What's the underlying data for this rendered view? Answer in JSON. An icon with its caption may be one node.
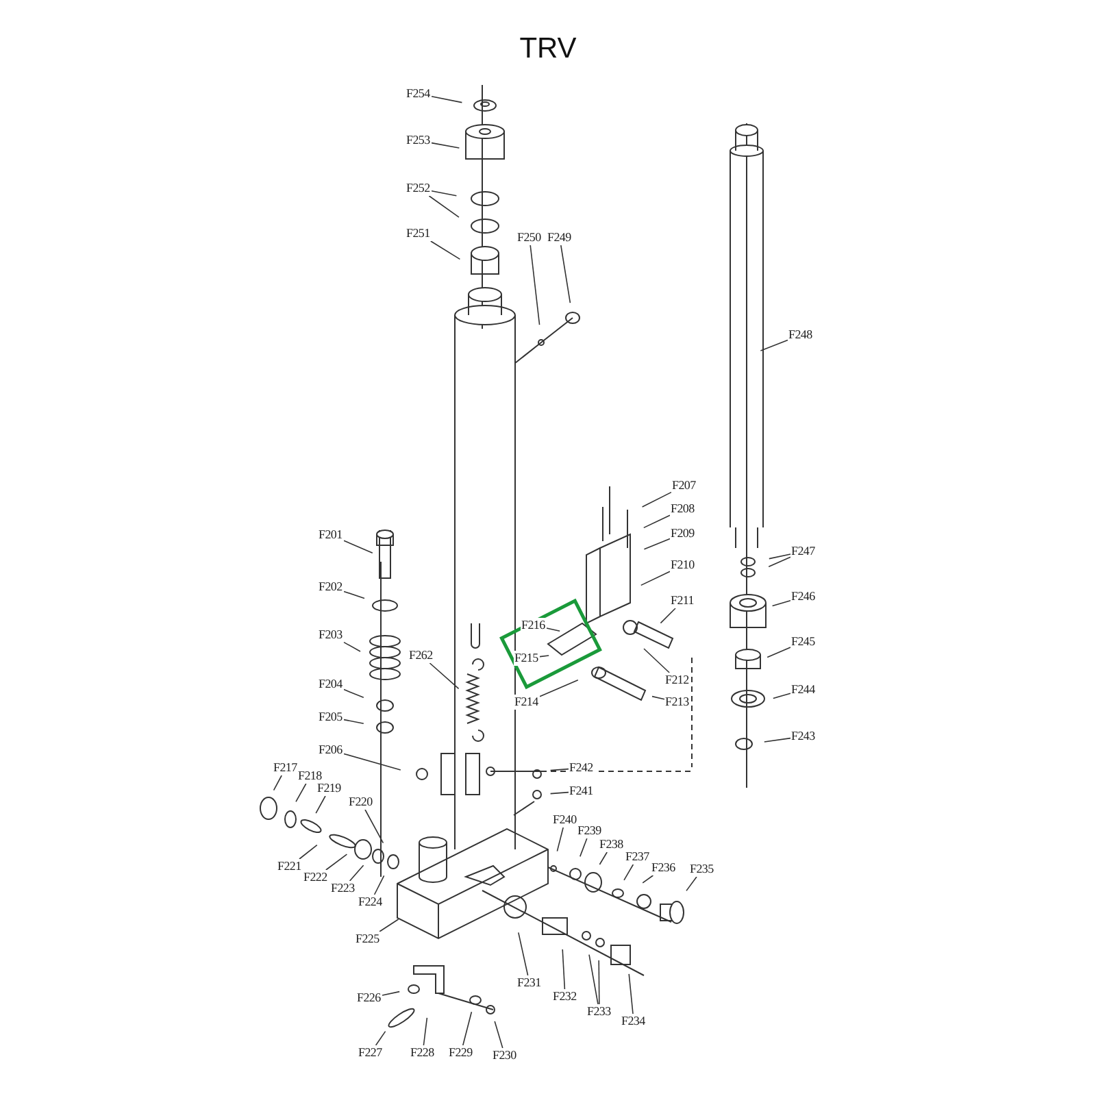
{
  "diagram": {
    "title": "TRV",
    "nodes": [
      {
        "text": [
          "F201"
        ]
      },
      {
        "text": [
          "F202"
        ]
      },
      {
        "text": [
          "F203"
        ]
      },
      {
        "text": [
          "F204"
        ]
      },
      {
        "text": [
          "F205"
        ]
      },
      {
        "text": [
          "F206"
        ]
      },
      {
        "text": [
          "F207"
        ]
      },
      {
        "text": [
          "F208"
        ]
      },
      {
        "text": [
          "F209"
        ]
      },
      {
        "text": [
          "F210"
        ]
      },
      {
        "text": [
          "F211"
        ]
      },
      {
        "text": [
          "F212"
        ]
      },
      {
        "text": [
          "F213"
        ]
      },
      {
        "text": [
          "F214"
        ]
      },
      {
        "text": [
          "F215"
        ]
      },
      {
        "text": [
          "F216"
        ]
      },
      {
        "text": [
          "F217"
        ]
      },
      {
        "text": [
          "F218"
        ]
      },
      {
        "text": [
          "F219"
        ]
      },
      {
        "text": [
          "F220"
        ]
      },
      {
        "text": [
          "F221"
        ]
      },
      {
        "text": [
          "F222"
        ]
      },
      {
        "text": [
          "F223"
        ]
      },
      {
        "text": [
          "F224"
        ]
      },
      {
        "text": [
          "F225"
        ]
      },
      {
        "text": [
          "F226"
        ]
      },
      {
        "text": [
          "F227"
        ]
      },
      {
        "text": [
          "F228"
        ]
      },
      {
        "text": [
          "F229"
        ]
      },
      {
        "text": [
          "F230"
        ]
      },
      {
        "text": [
          "F231"
        ]
      },
      {
        "text": [
          "F232"
        ]
      },
      {
        "text": [
          "F233"
        ]
      },
      {
        "text": [
          "F234"
        ]
      },
      {
        "text": [
          "F235"
        ]
      },
      {
        "text": [
          "F236"
        ]
      },
      {
        "text": [
          "F237"
        ]
      },
      {
        "text": [
          "F238"
        ]
      },
      {
        "text": [
          "F239"
        ]
      },
      {
        "text": [
          "F240"
        ]
      },
      {
        "text": [
          "F241"
        ]
      },
      {
        "text": [
          "F242"
        ]
      },
      {
        "text": [
          "F243"
        ]
      },
      {
        "text": [
          "F244"
        ]
      },
      {
        "text": [
          "F245"
        ]
      },
      {
        "text": [
          "F246"
        ]
      },
      {
        "text": [
          "F247"
        ]
      },
      {
        "text": [
          "F248"
        ]
      },
      {
        "text": [
          "F249"
        ]
      },
      {
        "text": [
          "F250"
        ]
      },
      {
        "text": [
          "F251"
        ]
      },
      {
        "text": [
          "F252"
        ]
      },
      {
        "text": [
          "F253"
        ]
      },
      {
        "text": [
          "F254"
        ]
      },
      {
        "text": [
          "F262"
        ]
      }
    ],
    "edges": [
      {
        "from": 0,
        "to": null,
        "arrow": "none"
      },
      {
        "from": 1,
        "to": null,
        "arrow": "none"
      },
      {
        "from": 2,
        "to": null,
        "arrow": "none"
      },
      {
        "from": 3,
        "to": null,
        "arrow": "none"
      },
      {
        "from": 4,
        "to": null,
        "arrow": "none"
      },
      {
        "from": 5,
        "to": null,
        "arrow": "none"
      },
      {
        "from": 6,
        "to": null,
        "arrow": "none"
      },
      {
        "from": 7,
        "to": null,
        "arrow": "none"
      },
      {
        "from": 8,
        "to": null,
        "arrow": "none"
      },
      {
        "from": 9,
        "to": null,
        "arrow": "none"
      },
      {
        "from": 10,
        "to": null,
        "arrow": "none"
      },
      {
        "from": 11,
        "to": null,
        "arrow": "none"
      },
      {
        "from": 12,
        "to": null,
        "arrow": "none"
      },
      {
        "from": 13,
        "to": null,
        "arrow": "none"
      },
      {
        "from": 14,
        "to": null,
        "arrow": "none"
      },
      {
        "from": 15,
        "to": null,
        "arrow": "none"
      },
      {
        "from": 16,
        "to": null,
        "arrow": "none"
      },
      {
        "from": 17,
        "to": null,
        "arrow": "none"
      },
      {
        "from": 18,
        "to": null,
        "arrow": "none"
      },
      {
        "from": 19,
        "to": null,
        "arrow": "none"
      },
      {
        "from": 20,
        "to": null,
        "arrow": "none"
      },
      {
        "from": 21,
        "to": null,
        "arrow": "none"
      },
      {
        "from": 22,
        "to": null,
        "arrow": "none"
      },
      {
        "from": 23,
        "to": null,
        "arrow": "none"
      },
      {
        "from": 24,
        "to": null,
        "arrow": "none"
      },
      {
        "from": 25,
        "to": null,
        "arrow": "none"
      },
      {
        "from": 26,
        "to": null,
        "arrow": "none"
      },
      {
        "from": 27,
        "to": null,
        "arrow": "none"
      },
      {
        "from": 28,
        "to": null,
        "arrow": "none"
      },
      {
        "from": 29,
        "to": null,
        "arrow": "none"
      },
      {
        "from": 30,
        "to": null,
        "arrow": "none"
      },
      {
        "from": 31,
        "to": null,
        "arrow": "none"
      },
      {
        "from": 32,
        "to": null,
        "arrow": "none"
      },
      {
        "from": 32,
        "to": null,
        "arrow": "none"
      },
      {
        "from": 33,
        "to": null,
        "arrow": "none"
      },
      {
        "from": 34,
        "to": null,
        "arrow": "none"
      },
      {
        "from": 35,
        "to": null,
        "arrow": "none"
      },
      {
        "from": 36,
        "to": null,
        "arrow": "none"
      },
      {
        "from": 37,
        "to": null,
        "arrow": "none"
      },
      {
        "from": 38,
        "to": null,
        "arrow": "none"
      },
      {
        "from": 39,
        "to": null,
        "arrow": "none"
      },
      {
        "from": 40,
        "to": null,
        "arrow": "none"
      },
      {
        "from": 41,
        "to": null,
        "arrow": "none"
      },
      {
        "from": 42,
        "to": null,
        "arrow": "none"
      },
      {
        "from": 43,
        "to": null,
        "arrow": "none"
      },
      {
        "from": 44,
        "to": null,
        "arrow": "none"
      },
      {
        "from": 45,
        "to": null,
        "arrow": "none"
      },
      {
        "from": 46,
        "to": null,
        "arrow": "none"
      },
      {
        "from": 46,
        "to": null,
        "arrow": "none"
      },
      {
        "from": 47,
        "to": null,
        "arrow": "none"
      },
      {
        "from": 48,
        "to": null,
        "arrow": "none"
      },
      {
        "from": 49,
        "to": null,
        "arrow": "none"
      },
      {
        "from": 50,
        "to": null,
        "arrow": "none"
      },
      {
        "from": 51,
        "to": null,
        "arrow": "none"
      },
      {
        "from": 51,
        "to": null,
        "arrow": "none"
      },
      {
        "from": 52,
        "to": null,
        "arrow": "none"
      },
      {
        "from": 53,
        "to": null,
        "arrow": "none"
      },
      {
        "from": 54,
        "to": null,
        "arrow": "none"
      }
    ]
  }
}
